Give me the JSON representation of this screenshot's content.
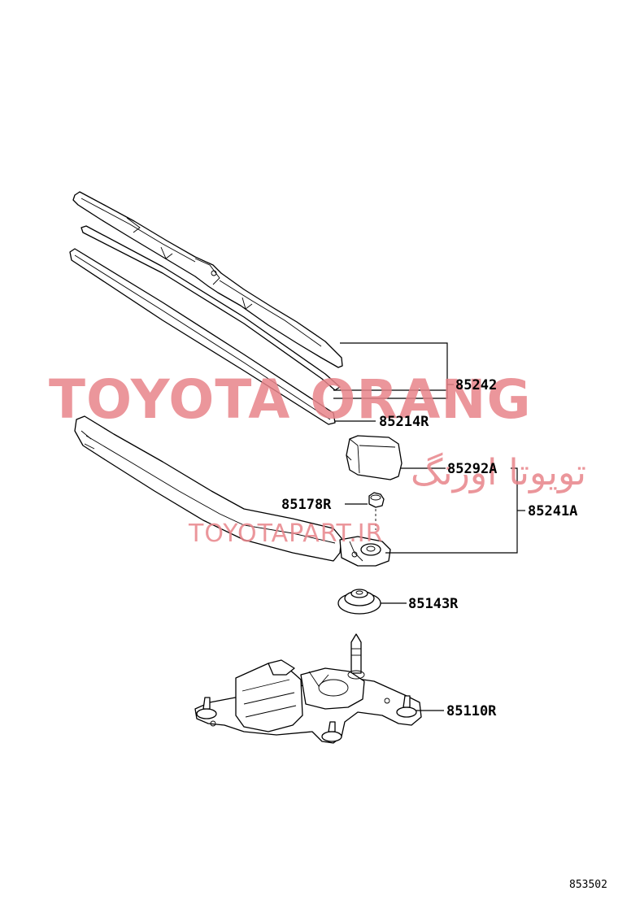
{
  "watermark": {
    "brand": "TOYOTA ORANG",
    "brand_persian": "تویوتا اورنگ",
    "site": "TOYOTAPART.IR",
    "color": "#e8848a"
  },
  "figure_code": "853502",
  "parts": [
    {
      "number": "85242",
      "name": "wiper-blade"
    },
    {
      "number": "85214R",
      "name": "wiper-rubber-refill"
    },
    {
      "number": "85292A",
      "name": "arm-head-cap"
    },
    {
      "number": "85241A",
      "name": "wiper-arm-assembly"
    },
    {
      "number": "85178R",
      "name": "arm-nut"
    },
    {
      "number": "85143R",
      "name": "pivot-grommet"
    },
    {
      "number": "85110R",
      "name": "wiper-motor"
    }
  ]
}
